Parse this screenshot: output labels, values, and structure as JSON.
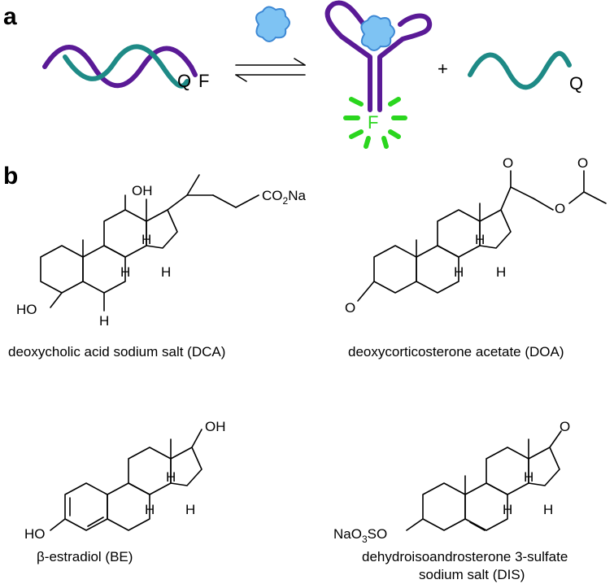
{
  "panels": {
    "a": "a",
    "b": "b"
  },
  "panel_a": {
    "duplex_labels": {
      "quencher": "Q",
      "fluorophore": "F"
    },
    "complex_fluorophore": "F",
    "plus": "+",
    "released_strand_label": "Q",
    "colors": {
      "aptamer": "#5a1a96",
      "complement": "#1e8a86",
      "target": "#7ec3f3",
      "fluorescence": "#2ad61e"
    }
  },
  "panel_b": {
    "compounds": [
      {
        "caption": "deoxycholic acid sodium salt (DCA)",
        "labels": {
          "oh_top": "OH",
          "ho_left": "HO",
          "co2na_1": "CO",
          "co2na_sub": "2",
          "co2na_2": "Na",
          "h1": "H",
          "h2": "H",
          "h3": "H",
          "h4": "H"
        }
      },
      {
        "caption": "deoxycorticosterone acetate (DOA)",
        "labels": {
          "o_ketone": "O",
          "o_ring": "O",
          "o_ester": "O",
          "o_acyl": "O",
          "h1": "H",
          "h2": "H",
          "h3": "H"
        }
      },
      {
        "caption": "β-estradiol (BE)",
        "labels": {
          "oh": "OH",
          "ho": "HO",
          "h1": "H",
          "h2": "H",
          "h3": "H"
        }
      },
      {
        "caption_line1": "dehydroisoandrosterone 3-sulfate",
        "caption_line2": "sodium salt (DIS)",
        "labels": {
          "o": "O",
          "naoso_1": "NaO",
          "naoso_sub": "3",
          "naoso_2": "SO",
          "h1": "H",
          "h2": "H",
          "h3": "H"
        }
      }
    ]
  }
}
